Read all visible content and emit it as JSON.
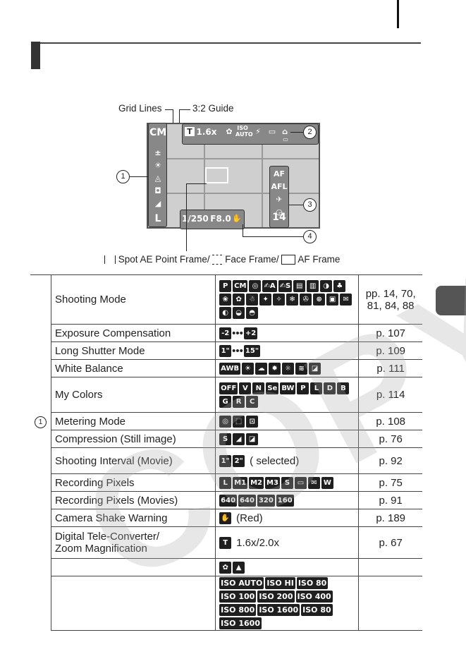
{
  "diagram": {
    "labels": {
      "grid_lines": "Grid Lines",
      "guide_32": "3:2 Guide",
      "frames": "Spot AE Point Frame/",
      "face_frame": "Face Frame/",
      "af_frame": "AF Frame"
    },
    "callouts": [
      "1",
      "2",
      "3",
      "4"
    ],
    "screen": {
      "zoom": "1.6x",
      "shutter": "1/250",
      "aperture": "F8.0",
      "shots": "14",
      "mode": "CM"
    }
  },
  "table": {
    "group_1": "1",
    "rows": [
      {
        "name": "Shooting Mode",
        "icons": [
          "P",
          "CM",
          "◎",
          "✍A",
          "✍S",
          "▤",
          "▥",
          "◑",
          "♣",
          "❀",
          "✿",
          "☃",
          "✦",
          "✧",
          "❄",
          "✇",
          "⊛",
          "▣",
          "✉",
          "◐",
          "◒",
          "◓"
        ],
        "page": "pp. 14, 70,\n81, 84, 88"
      },
      {
        "name": "Exposure Compensation",
        "icons": [
          "-2",
          "+2"
        ],
        "sep": "•••",
        "page": "p. 107"
      },
      {
        "name": "Long Shutter Mode",
        "icons": [
          "1\"",
          "15\""
        ],
        "sep": "•••",
        "page": "p. 109"
      },
      {
        "name": "White Balance",
        "icons": [
          "AWB",
          "☀",
          "☁",
          "✹",
          "☼",
          "≋",
          "◪"
        ],
        "page": "p. 111"
      },
      {
        "name": "My Colors",
        "icons": [
          "OFF",
          "V",
          "N",
          "Se",
          "BW",
          "P",
          "L",
          "D",
          "B",
          "G",
          "R",
          "C"
        ],
        "page": "p. 114"
      },
      {
        "name": "Metering Mode",
        "icons": [
          "◎",
          "⬚",
          "⊡"
        ],
        "page": "p. 108"
      },
      {
        "name": "Compression (Still image)",
        "icons": [
          "S",
          "◢",
          "◪"
        ],
        "page": "p. 76"
      },
      {
        "name": "Shooting Interval (Movie)",
        "icons": [
          "1\"",
          "2\""
        ],
        "note": "(   selected)",
        "page": "p. 92"
      },
      {
        "name": "Recording Pixels",
        "icons": [
          "L",
          "M1",
          "M2",
          "M3",
          "S",
          "▭",
          "✉",
          "W"
        ],
        "page": "p. 75"
      },
      {
        "name": "Recording Pixels (Movies)",
        "icons": [
          "640",
          "640",
          "320",
          "160"
        ],
        "page": "p. 91"
      },
      {
        "name": "Camera Shake Warning",
        "icons": [
          "✋"
        ],
        "note": "(Red)",
        "page": "p. 189"
      },
      {
        "name": "Digital Tele-Converter/\nZoom Magnification",
        "icons": [
          "T"
        ],
        "note": "1.6x/2.0x",
        "page": "p. 67"
      },
      {
        "name": "",
        "icons": [
          "✿",
          "▲"
        ],
        "page": ""
      },
      {
        "name": "",
        "icons": [
          "ISO AUTO",
          "ISO HI",
          "ISO 80",
          "ISO 100",
          "ISO 200",
          "ISO 400",
          "ISO 800",
          "ISO 1600",
          "ISO 80",
          "ISO 1600"
        ],
        "page": ""
      }
    ]
  },
  "watermark": "COPY"
}
